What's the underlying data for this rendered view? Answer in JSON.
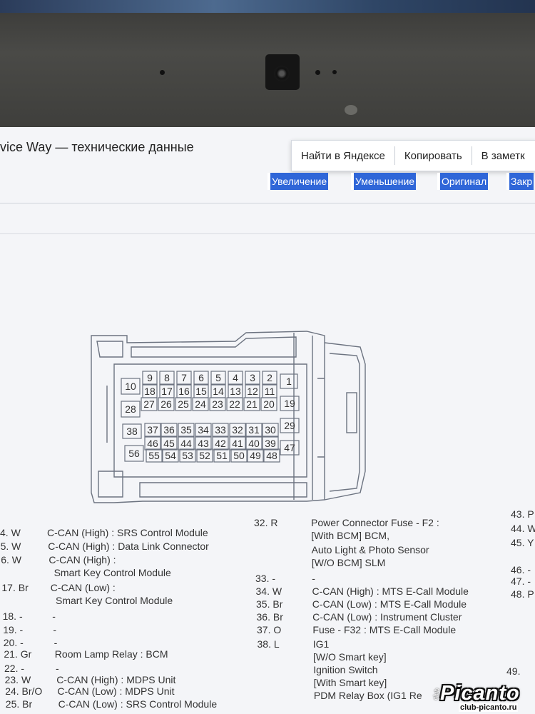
{
  "window": {
    "title": "vice Way — технические данные"
  },
  "context_menu": {
    "items": [
      "Найти в Яндексе",
      "Копировать",
      "В заметк"
    ]
  },
  "toolbar": {
    "buttons": [
      "Увеличение",
      "Уменьшение",
      "Оригинал",
      "Закр"
    ]
  },
  "connector": {
    "pins": [
      "1",
      "2",
      "3",
      "4",
      "5",
      "6",
      "7",
      "8",
      "9",
      "10",
      "11",
      "12",
      "13",
      "14",
      "15",
      "16",
      "17",
      "18",
      "19",
      "20",
      "21",
      "22",
      "23",
      "24",
      "25",
      "26",
      "27",
      "28",
      "29",
      "30",
      "31",
      "32",
      "33",
      "34",
      "35",
      "36",
      "37",
      "38",
      "39",
      "40",
      "41",
      "42",
      "43",
      "44",
      "45",
      "46",
      "47",
      "48",
      "49",
      "50",
      "51",
      "52",
      "53",
      "54",
      "55",
      "56"
    ]
  },
  "pin_table": {
    "left": [
      {
        "pin": "4. W",
        "desc": "C-CAN (High) : SRS Control Module"
      },
      {
        "pin": "5. W",
        "desc": "C-CAN (High) : Data Link Connector"
      },
      {
        "pin": "6. W",
        "desc": "C-CAN (High) :"
      },
      {
        "pin": "",
        "desc": "Smart Key Control Module"
      },
      {
        "pin": "17. Br",
        "desc": "C-CAN (Low) :"
      },
      {
        "pin": "",
        "desc": "Smart Key Control Module"
      },
      {
        "pin": "18. -",
        "desc": "-"
      },
      {
        "pin": "19. -",
        "desc": "-"
      },
      {
        "pin": "20. -",
        "desc": "-"
      },
      {
        "pin": "21. Gr",
        "desc": "Room Lamp Relay : BCM"
      },
      {
        "pin": "22. -",
        "desc": "-"
      },
      {
        "pin": "23. W",
        "desc": "C-CAN (High) : MDPS Unit"
      },
      {
        "pin": "24. Br/O",
        "desc": "C-CAN (Low) : MDPS Unit"
      },
      {
        "pin": "25. Br",
        "desc": "C-CAN (Low) : SRS Control Module"
      }
    ],
    "middle": [
      {
        "pin": "32. R",
        "desc": "Power Connector Fuse - F2 :"
      },
      {
        "pin": "",
        "desc": "[With BCM] BCM,"
      },
      {
        "pin": "",
        "desc": "Auto Light & Photo Sensor"
      },
      {
        "pin": "",
        "desc": "[W/O BCM] SLM"
      },
      {
        "pin": "33. -",
        "desc": "-"
      },
      {
        "pin": "34. W",
        "desc": "C-CAN (High) : MTS E-Call Module"
      },
      {
        "pin": "35. Br",
        "desc": "C-CAN (Low) : MTS E-Call Module"
      },
      {
        "pin": "36. Br",
        "desc": "C-CAN (Low) : Instrument Cluster"
      },
      {
        "pin": "37. O",
        "desc": "Fuse - F32 : MTS E-Call Module"
      },
      {
        "pin": "38. L",
        "desc": "IG1"
      },
      {
        "pin": "",
        "desc": "[W/O Smart key]"
      },
      {
        "pin": "",
        "desc": "Ignition Switch"
      },
      {
        "pin": "",
        "desc": "[With Smart key]"
      },
      {
        "pin": "",
        "desc": "PDM Relay Box (IG1 Re"
      }
    ],
    "right": [
      "43. P",
      "44. W",
      "45. Y",
      "46. -",
      "47. -",
      "48. P",
      "49."
    ]
  },
  "watermark": {
    "brand": "Picanto",
    "site": "club-picanto.ru",
    "club": "club"
  },
  "colors": {
    "toolbar_button_bg": "#2f66d8",
    "screen_bg": "#f4f5f8",
    "line_color": "#6c7380"
  }
}
